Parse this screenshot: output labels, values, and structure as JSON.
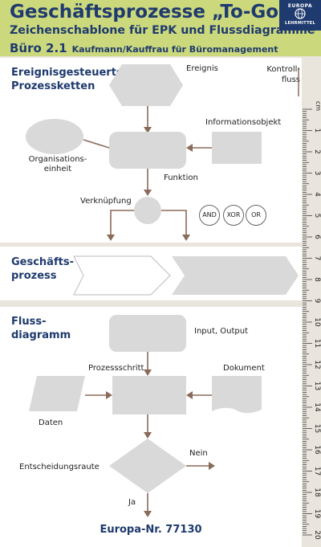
{
  "header": {
    "title": "Geschäftsprozesse „To-Go“",
    "subtitle": "Zeichenschablone für EPK und Flussdiagramme",
    "edition": "Büro 2.1",
    "audience": "Kaufmann/Kauffrau für Büromanagement",
    "background_color": "#cbd87c",
    "text_color": "#1f3a6e"
  },
  "logo": {
    "top_text": "EUROPA",
    "bottom_text": "LEHRMITTEL",
    "color": "#1f3a6e"
  },
  "epk": {
    "heading_line1": "Ereignisgesteuerte",
    "heading_line2": "Prozessketten",
    "event_label": "Ereignis",
    "info_object_label": "Informationsobjekt",
    "org_unit_line1": "Organisations-",
    "org_unit_line2": "einheit",
    "function_label": "Funktion",
    "connector_label": "Verknüpfung",
    "gates": [
      "AND",
      "XOR",
      "OR"
    ]
  },
  "control_flow": {
    "line1": "Kontroll-",
    "line2": "fluss"
  },
  "process": {
    "heading_line1": "Geschäfts-",
    "heading_line2": "prozess"
  },
  "flow": {
    "heading_line1": "Fluss-",
    "heading_line2": "diagramm",
    "io_label": "Input, Output",
    "step_label": "Prozessschritt",
    "document_label": "Dokument",
    "data_label": "Daten",
    "decision_label": "Entscheidungsraute",
    "no_label": "Nein",
    "yes_label": "Ja"
  },
  "footer": {
    "order_number": "Europa-Nr. 77130"
  },
  "ruler": {
    "unit": "cm",
    "numbers": [
      "1",
      "2",
      "3",
      "4",
      "5",
      "6",
      "7",
      "8",
      "9",
      "10",
      "11",
      "12",
      "13",
      "14",
      "15",
      "16",
      "17",
      "18",
      "19",
      "20"
    ]
  },
  "colors": {
    "shape_fill": "#d9d9d9",
    "arrow": "#8a6a5a",
    "heading": "#1f3a6e"
  }
}
